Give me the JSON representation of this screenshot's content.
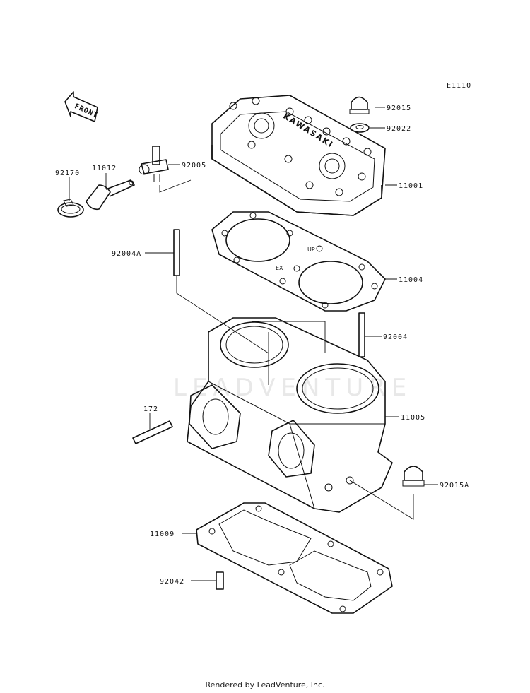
{
  "diagram_code": "E1110",
  "front_label": "FRONT",
  "head_brand": "KAWASAKI",
  "gasket_marks": {
    "up": "UP",
    "ex": "EX"
  },
  "watermark": "LEADVENTURE",
  "footer": "Rendered by LeadVenture, Inc.",
  "parts": [
    {
      "id": "92015",
      "name": "cap-nut"
    },
    {
      "id": "92022",
      "name": "washer"
    },
    {
      "id": "92005",
      "name": "fitting"
    },
    {
      "id": "11012",
      "name": "cap"
    },
    {
      "id": "92170",
      "name": "clamp"
    },
    {
      "id": "11001",
      "name": "cylinder-head"
    },
    {
      "id": "92004A",
      "name": "stud-long"
    },
    {
      "id": "11004",
      "name": "head-gasket"
    },
    {
      "id": "92004",
      "name": "stud"
    },
    {
      "id": "172",
      "name": "stud-short"
    },
    {
      "id": "11005",
      "name": "cylinder"
    },
    {
      "id": "92015A",
      "name": "cap-nut-a"
    },
    {
      "id": "11009",
      "name": "base-gasket"
    },
    {
      "id": "92042",
      "name": "pin"
    }
  ]
}
